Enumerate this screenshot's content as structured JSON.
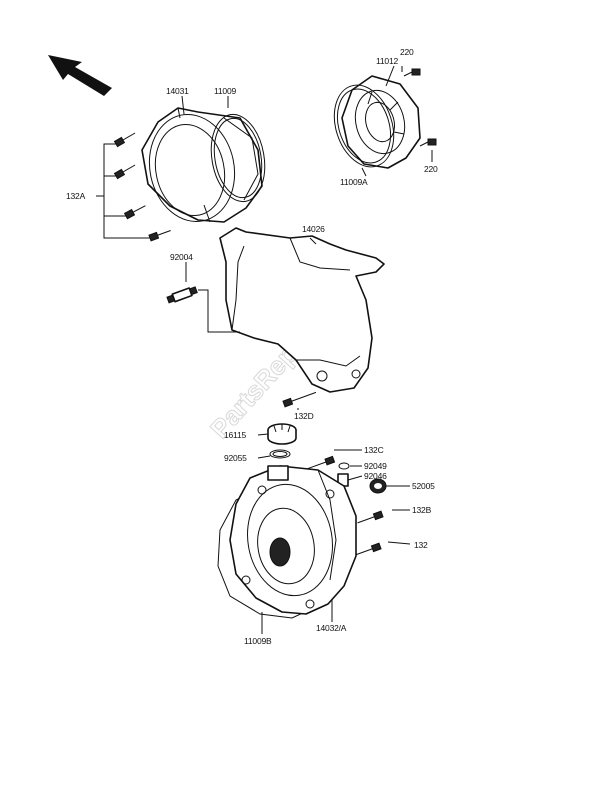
{
  "watermark": "PartsRepublik",
  "labels": {
    "p14031": "14031",
    "p11009": "11009",
    "p220a": "220",
    "p11012": "11012",
    "p220b": "220",
    "p11009A": "11009A",
    "p132A": "132A",
    "p14026": "14026",
    "p92004": "92004",
    "p132D": "132D",
    "p16115": "16115",
    "p132C": "132C",
    "p92055": "92055",
    "p92049": "92049",
    "p92046": "92046",
    "p52005": "52005",
    "p132B": "132B",
    "p132": "132",
    "p11009B": "11009B",
    "p14032A": "14032/A"
  }
}
